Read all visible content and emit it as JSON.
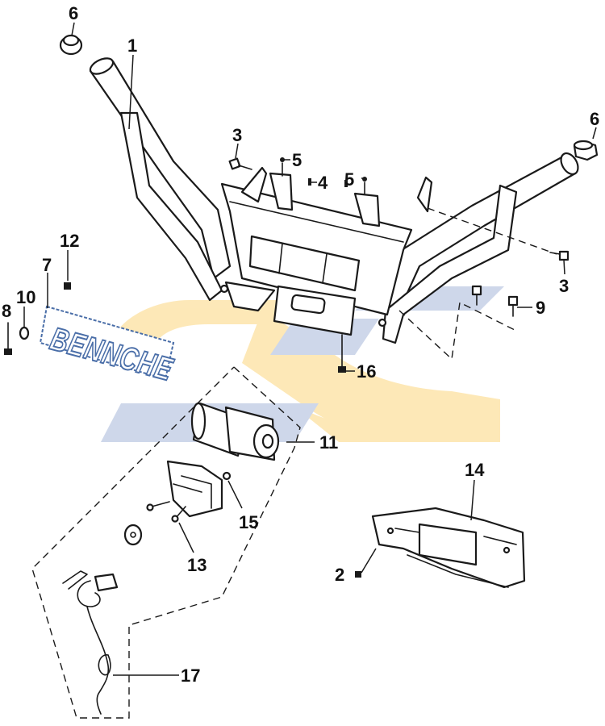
{
  "callouts": {
    "c1": "1",
    "c2": "2",
    "c3a": "3",
    "c3b": "3",
    "c4": "4",
    "c5a": "5",
    "c5b": "5",
    "c6a": "6",
    "c6b": "6",
    "c7": "7",
    "c8": "8",
    "c9": "9",
    "c10": "10",
    "c11": "11",
    "c12": "12",
    "c13": "13",
    "c14": "14",
    "c15": "15",
    "c16": "16",
    "c17": "17"
  },
  "nameplate_text": "BENNCHE",
  "colors": {
    "watermark_yellow": "#fde6b0",
    "watermark_blue": "#c9d3e8",
    "line": "#1a1a1a",
    "plate_outline": "#4a6ea8"
  }
}
